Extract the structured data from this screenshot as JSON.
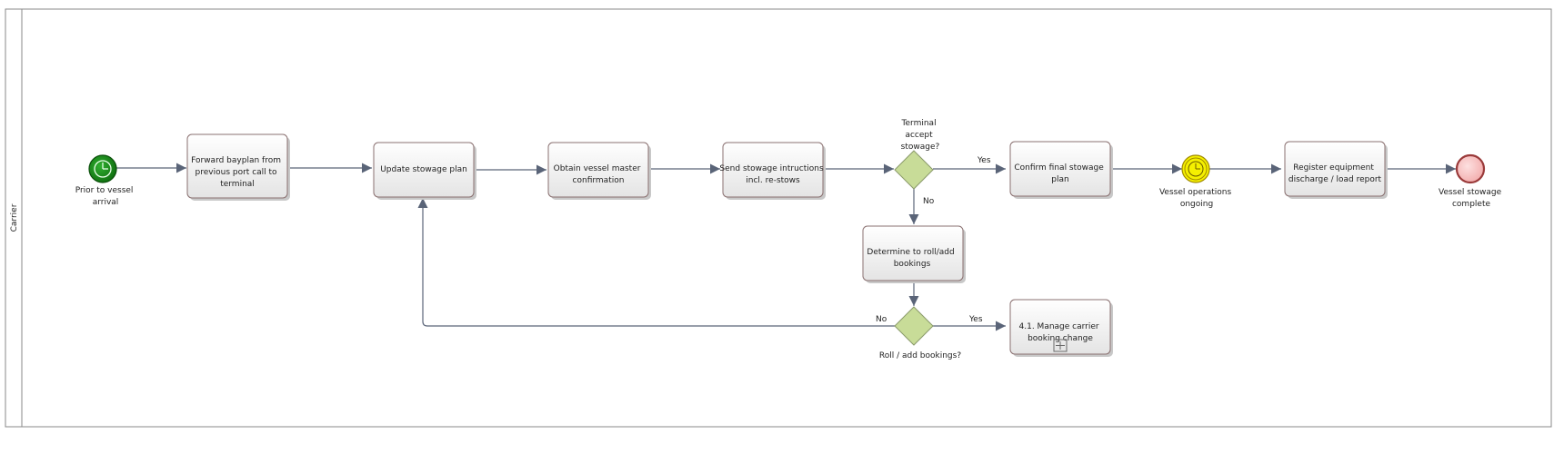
{
  "lane": {
    "label": "Carrier"
  },
  "events": {
    "start": {
      "label_lines": [
        "Prior to vessel",
        "arrival"
      ],
      "color": "#1a8a1a",
      "icon": "timer-icon"
    },
    "intermediate": {
      "label_lines": [
        "Vessel operations",
        "ongoing"
      ],
      "color": "#f5f000",
      "icon": "timer-icon"
    },
    "end": {
      "label_lines": [
        "Vessel stowage",
        "complete"
      ],
      "color": "#f7c0c0"
    }
  },
  "tasks": {
    "forward_bayplan": {
      "lines": [
        "Forward bayplan from",
        "previous port call to",
        "terminal"
      ]
    },
    "update_stowage": {
      "lines": [
        "Update stowage plan"
      ]
    },
    "obtain_master": {
      "lines": [
        "Obtain vessel master",
        "confirmation"
      ]
    },
    "send_stowage": {
      "lines": [
        "Send stowage intructions",
        "incl. re-stows"
      ]
    },
    "confirm_final": {
      "lines": [
        "Confirm final stowage",
        "plan"
      ]
    },
    "register_equipment": {
      "lines": [
        "Register equipment",
        "discharge / load report"
      ]
    },
    "determine_roll": {
      "lines": [
        "Determine to roll/add",
        "bookings"
      ]
    },
    "manage_booking": {
      "lines": [
        "4.1. Manage carrier",
        "booking change"
      ],
      "subprocess_marker": "plus-icon"
    }
  },
  "gateways": {
    "terminal_accept": {
      "label_lines": [
        "Terminal",
        "accept",
        "stowage?"
      ],
      "color": "#c8dc98"
    },
    "roll_add": {
      "label_lines": [
        "Roll / add bookings?"
      ],
      "color": "#c8dc98"
    }
  },
  "flow_labels": {
    "accept_yes": "Yes",
    "accept_no": "No",
    "roll_yes": "Yes",
    "roll_no": "No"
  }
}
